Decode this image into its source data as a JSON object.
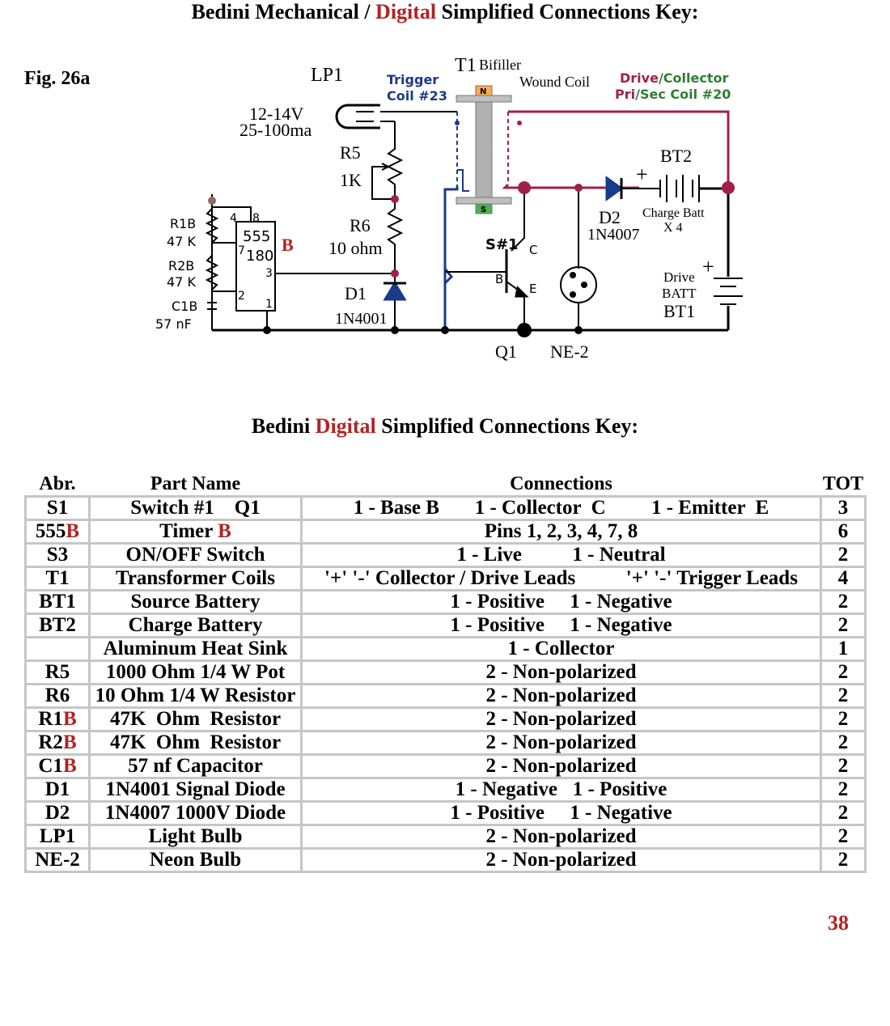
{
  "title1": {
    "before": "Bedini Mechanical / ",
    "highlight": "Digital",
    "after": " Simplified Connections Key:"
  },
  "fig_label": "Fig. 26a",
  "schematic": {
    "lp1": "LP1",
    "lp1_voltage": "12-14V",
    "lp1_current": "25-100ma",
    "trigger_line1": "Trigger",
    "trigger_line2": "Coil #23",
    "t1": "T1",
    "t1_bifiller": "Bifiller",
    "t1_wound": "Wound Coil",
    "drive_word": "Drive",
    "collector_word": "/Collector",
    "pri_word": "Pri",
    "sec_word": "/Sec Coil #20",
    "r5": "R5",
    "r5_value": "1K",
    "r6": "R6",
    "r6_value": "10 ohm",
    "r1b": "R1B",
    "r1b_value": "47 K",
    "r2b": "R2B",
    "r2b_value": "47 K",
    "c1b": "C1B",
    "c1b_value": "57 nF",
    "ic_555": "555",
    "ic_180": "180",
    "ic_b": "B",
    "pin4": "4",
    "pin8": "8",
    "pin7": "7",
    "pin3": "3",
    "pin2": "2",
    "pin1": "1",
    "d1": "D1",
    "d1_value": "1N4001",
    "d2": "D2",
    "d2_value": "1N4007",
    "s1": "S#1",
    "pin_c": "C",
    "pin_b": "B",
    "pin_e": "E",
    "q1": "Q1",
    "ne2": "NE-2",
    "bt2": "BT2",
    "charge_batt": "Charge Batt",
    "x4": "X 4",
    "drive": "Drive",
    "batt": "BATT",
    "bt1": "BT1",
    "plus": "+",
    "n": "N",
    "s": "S"
  },
  "title2": {
    "before": "Bedini ",
    "highlight": "Digital",
    "after": " Simplified Connections Key:"
  },
  "table": {
    "headers": {
      "abbr": "Abr.",
      "part": "Part Name",
      "conn": "Connections",
      "tot": "TOT"
    },
    "rows": [
      {
        "abbr": "S1",
        "abbr_suffix": "",
        "part": "Switch #1    Q1",
        "part_suffix": "",
        "conn": "1 - Base B       1 - Collector  C         1 - Emitter  E",
        "tot": "3"
      },
      {
        "abbr": "555",
        "abbr_suffix": "B",
        "part": "Timer ",
        "part_suffix": "B",
        "conn": "Pins 1, 2, 3, 4, 7, 8",
        "tot": "6"
      },
      {
        "abbr": "S3",
        "abbr_suffix": "",
        "part": "ON/OFF Switch",
        "part_suffix": "",
        "conn": "1 - Live          1 - Neutral",
        "tot": "2"
      },
      {
        "abbr": "T1",
        "abbr_suffix": "",
        "part": "Transformer Coils",
        "part_suffix": "",
        "conn": "'+' '-' Collector / Drive Leads          '+' '-' Trigger Leads",
        "tot": "4"
      },
      {
        "abbr": "BT1",
        "abbr_suffix": "",
        "part": "Source Battery",
        "part_suffix": "",
        "conn": "1 - Positive     1 - Negative",
        "tot": "2"
      },
      {
        "abbr": "BT2",
        "abbr_suffix": "",
        "part": "Charge Battery",
        "part_suffix": "",
        "conn": "1 - Positive     1 - Negative",
        "tot": "2"
      },
      {
        "abbr": "",
        "abbr_suffix": "",
        "part": "Aluminum Heat Sink",
        "part_suffix": "",
        "conn": "1 - Collector",
        "tot": "1"
      },
      {
        "abbr": "R5",
        "abbr_suffix": "",
        "part": "1000 Ohm 1/4 W Pot",
        "part_suffix": "",
        "conn": "2 - Non-polarized",
        "tot": "2"
      },
      {
        "abbr": "R6",
        "abbr_suffix": "",
        "part": "10 Ohm 1/4 W Resistor",
        "part_suffix": "",
        "conn": "2 - Non-polarized",
        "tot": "2"
      },
      {
        "abbr": "R1",
        "abbr_suffix": "B",
        "part": "47K  Ohm  Resistor",
        "part_suffix": "",
        "conn": "2 - Non-polarized",
        "tot": "2"
      },
      {
        "abbr": "R2",
        "abbr_suffix": "B",
        "part": "47K  Ohm  Resistor",
        "part_suffix": "",
        "conn": "2 - Non-polarized",
        "tot": "2"
      },
      {
        "abbr": "C1",
        "abbr_suffix": "B",
        "part": "57 nf Capacitor",
        "part_suffix": "",
        "conn": "2 - Non-polarized",
        "tot": "2"
      },
      {
        "abbr": "D1",
        "abbr_suffix": "",
        "part": "1N4001 Signal Diode",
        "part_suffix": "",
        "conn": "1 - Negative   1 - Positive",
        "tot": "2"
      },
      {
        "abbr": "D2",
        "abbr_suffix": "",
        "part": "1N4007 1000V Diode",
        "part_suffix": "",
        "conn": "1 - Positive     1 - Negative",
        "tot": "2"
      },
      {
        "abbr": "LP1",
        "abbr_suffix": "",
        "part": "Light Bulb",
        "part_suffix": "",
        "conn": "2 - Non-polarized",
        "tot": "2"
      },
      {
        "abbr": "NE-2",
        "abbr_suffix": "",
        "part": "Neon Bulb",
        "part_suffix": "",
        "conn": "2 - Non-polarized",
        "tot": "2"
      }
    ],
    "grand_total": "38"
  },
  "colors": {
    "accent_red": "#b22222",
    "coil_red": "#a0204a",
    "trigger_blue": "#1a3a8a",
    "collector_green": "#2e7d32",
    "grid": "#c6c6c6"
  }
}
